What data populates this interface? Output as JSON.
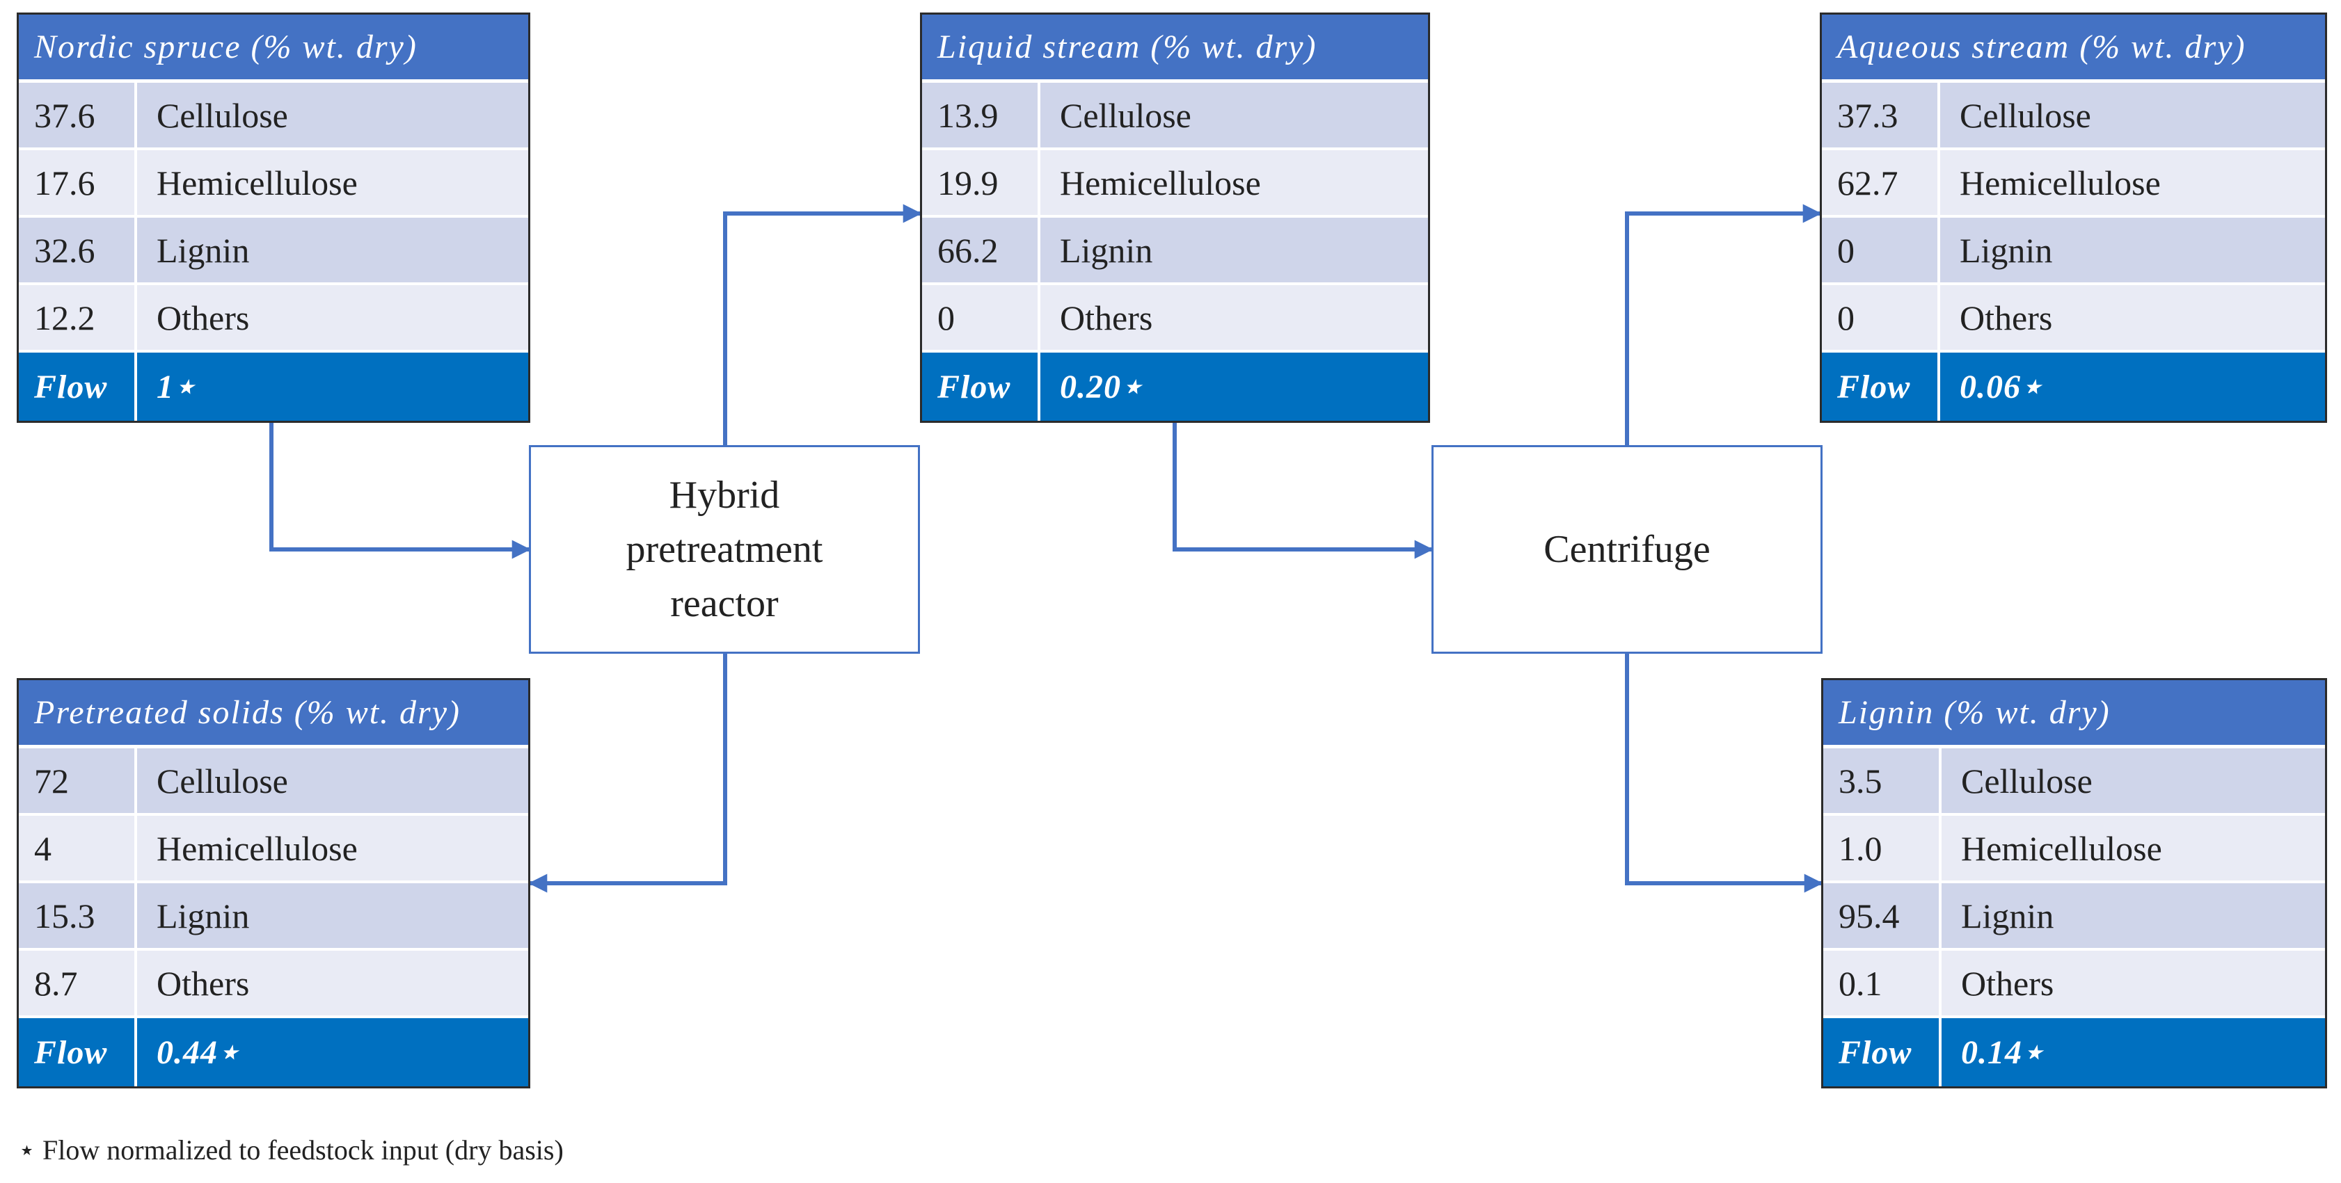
{
  "tables": [
    {
      "id": "nordic-spruce",
      "title": "Nordic spruce (% wt. dry)",
      "rows": [
        {
          "value": "37.6",
          "label": "Cellulose"
        },
        {
          "value": "17.6",
          "label": "Hemicellulose"
        },
        {
          "value": "32.6",
          "label": "Lignin"
        },
        {
          "value": "12.2",
          "label": "Others"
        }
      ],
      "flow": {
        "label": "Flow",
        "value": "1⋆"
      }
    },
    {
      "id": "liquid-stream",
      "title": "Liquid stream (% wt. dry)",
      "rows": [
        {
          "value": "13.9",
          "label": "Cellulose"
        },
        {
          "value": "19.9",
          "label": "Hemicellulose"
        },
        {
          "value": "66.2",
          "label": "Lignin"
        },
        {
          "value": "0",
          "label": "Others"
        }
      ],
      "flow": {
        "label": "Flow",
        "value": "0.20⋆"
      }
    },
    {
      "id": "aqueous-stream",
      "title": "Aqueous stream (% wt. dry)",
      "rows": [
        {
          "value": "37.3",
          "label": "Cellulose"
        },
        {
          "value": "62.7",
          "label": "Hemicellulose"
        },
        {
          "value": "0",
          "label": "Lignin"
        },
        {
          "value": "0",
          "label": "Others"
        }
      ],
      "flow": {
        "label": "Flow",
        "value": "0.06⋆"
      }
    },
    {
      "id": "pretreated-solids",
      "title": "Pretreated solids (% wt. dry)",
      "rows": [
        {
          "value": "72",
          "label": "Cellulose"
        },
        {
          "value": "4",
          "label": "Hemicellulose"
        },
        {
          "value": "15.3",
          "label": "Lignin"
        },
        {
          "value": "8.7",
          "label": "Others"
        }
      ],
      "flow": {
        "label": "Flow",
        "value": "0.44⋆"
      }
    },
    {
      "id": "lignin",
      "title": "Lignin (% wt. dry)",
      "rows": [
        {
          "value": "3.5",
          "label": "Cellulose"
        },
        {
          "value": "1.0",
          "label": "Hemicellulose"
        },
        {
          "value": "95.4",
          "label": "Lignin"
        },
        {
          "value": "0.1",
          "label": "Others"
        }
      ],
      "flow": {
        "label": "Flow",
        "value": "0.14⋆"
      }
    }
  ],
  "processes": {
    "reactor": "Hybrid\npretreatment\nreactor",
    "centrifuge": "Centrifuge"
  },
  "footnote": "⋆ Flow normalized to feedstock input (dry basis)",
  "colors": {
    "header": "#4472c4",
    "flow_row": "#0070c0",
    "row_dark": "#cfd5ea",
    "row_light": "#e9ebf5",
    "arrow": "#4472c4"
  }
}
